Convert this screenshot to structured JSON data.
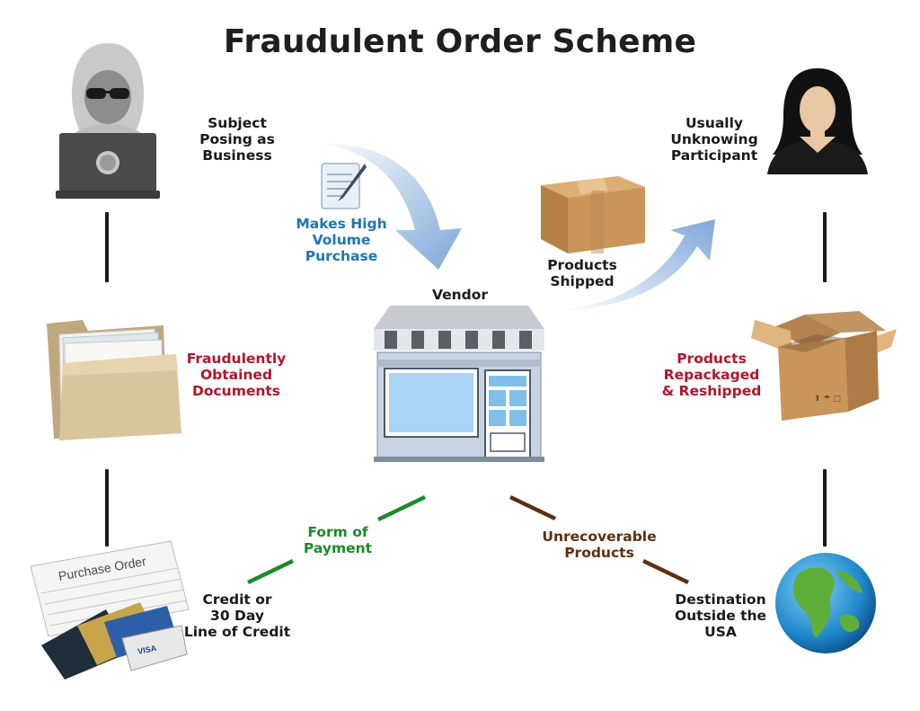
{
  "title": "Fraudulent Order Scheme",
  "nodes": {
    "subject": "Subject\nPosing as\nBusiness",
    "makes_purchase": "Makes High\nVolume\nPurchase",
    "products_shipped": "Products\nShipped",
    "participant": "Usually\nUnknowing\nParticipant",
    "vendor": "Vendor",
    "documents": "Fraudulently\nObtained\nDocuments",
    "repackaged": "Products\nRepackaged\n& Reshipped",
    "payment": "Form of\nPayment",
    "unrecoverable": "Unrecoverable\nProducts",
    "credit": "Credit or\n30 Day\nLine of Credit",
    "destination": "Destination\nOutside the\nUSA"
  },
  "images": {
    "purchase_order_text": "Purchase Order",
    "card_brand": "VISA"
  },
  "colors": {
    "title": "#1e1e1e",
    "dark_label": "#1a1a1a",
    "red_label": "#b0152a",
    "blue_label": "#1e74b4",
    "green_label": "#1b8a2b",
    "brown_label": "#5c2f12"
  },
  "icons": [
    "hacker-laptop-icon",
    "pen-paper-icon",
    "cardboard-box-icon",
    "woman-silhouette-icon",
    "folder-icon",
    "storefront-icon",
    "open-box-icon",
    "purchase-order-cards-icon",
    "globe-icon"
  ]
}
